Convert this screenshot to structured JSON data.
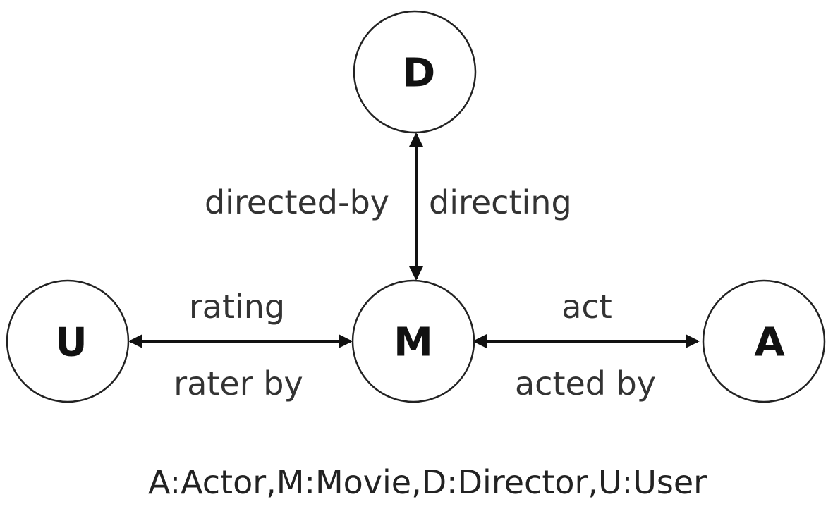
{
  "nodes": {
    "D": {
      "label": "D"
    },
    "M": {
      "label": "M"
    },
    "U": {
      "label": "U"
    },
    "A": {
      "label": "A"
    }
  },
  "edges": {
    "d_m": {
      "left_label": "directed-by",
      "right_label": "directing"
    },
    "u_m": {
      "top_label": "rating",
      "bottom_label": "rater by"
    },
    "m_a": {
      "top_label": "act",
      "bottom_label": "acted by"
    }
  },
  "legend": "A:Actor,M:Movie,D:Director,U:User"
}
